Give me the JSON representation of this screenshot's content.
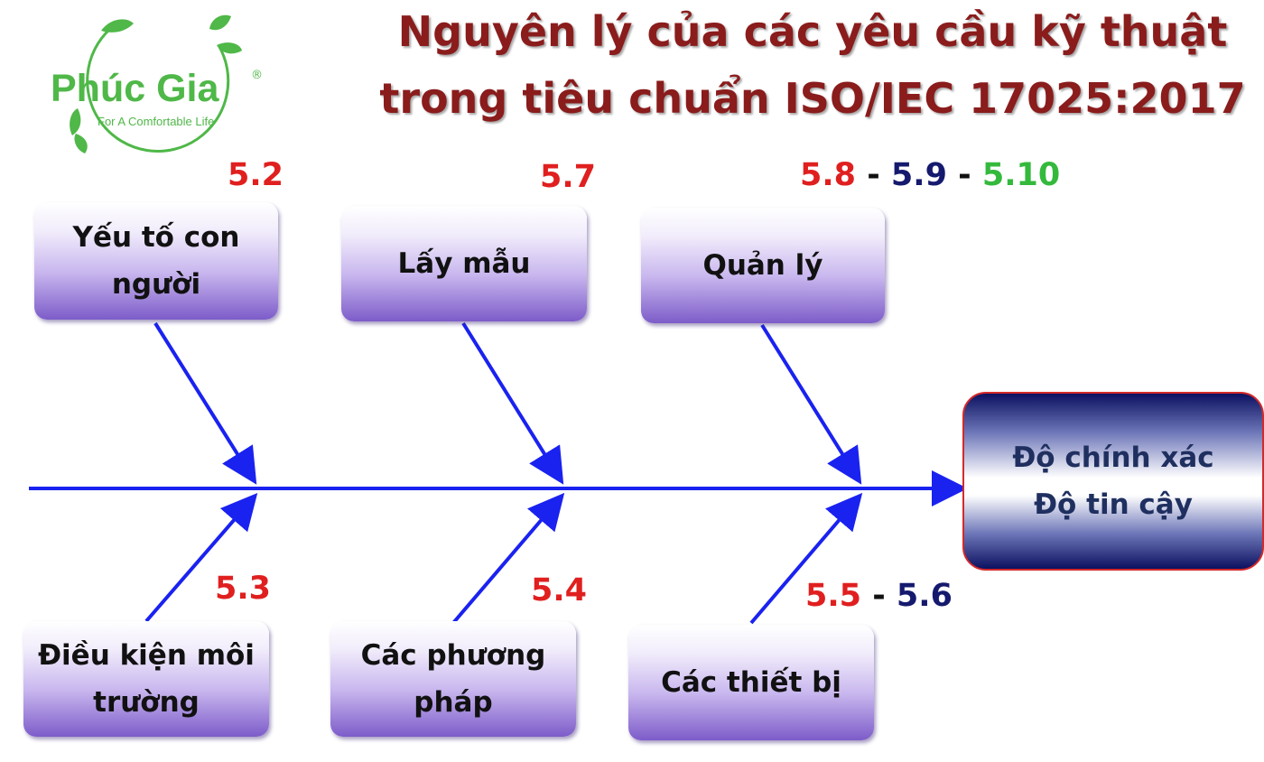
{
  "title": {
    "line1": "Nguyên lý của các yêu cầu kỹ thuật",
    "line2": "trong tiêu chuẩn ISO/IEC 17025:2017"
  },
  "logo": {
    "name": "Phúc Gia",
    "registered": "®",
    "tagline": "For A Comfortable Life"
  },
  "causes": {
    "top": [
      {
        "line1": "Yếu tố con",
        "line2": "người",
        "codes": [
          "5.2"
        ]
      },
      {
        "line1": "Lấy mẫu",
        "line2": "",
        "codes": [
          "5.7"
        ]
      },
      {
        "line1": "Quản lý",
        "line2": "",
        "codes": [
          "5.8",
          "5.9",
          "5.10"
        ]
      }
    ],
    "bottom": [
      {
        "line1": "Điều kiện môi",
        "line2": "trường",
        "codes": [
          "5.3"
        ]
      },
      {
        "line1": "Các phương",
        "line2": "pháp",
        "codes": [
          "5.4"
        ]
      },
      {
        "line1": "Các thiết bị",
        "line2": "",
        "codes": [
          "5.5",
          "5.6"
        ]
      }
    ]
  },
  "separator": "-",
  "effect": {
    "line1": "Độ chính xác",
    "line2": "Độ tin cậy"
  },
  "colors": {
    "title": "#8a1c1c",
    "arrow": "#1a22f0",
    "code_red": "#e01f1f",
    "code_navy": "#151a6e",
    "code_green": "#34b93c",
    "box_purple": "#7d5cc9",
    "effect_navy": "#0c1160",
    "effect_border": "#d42a2a",
    "logo_green": "#4fb848"
  }
}
